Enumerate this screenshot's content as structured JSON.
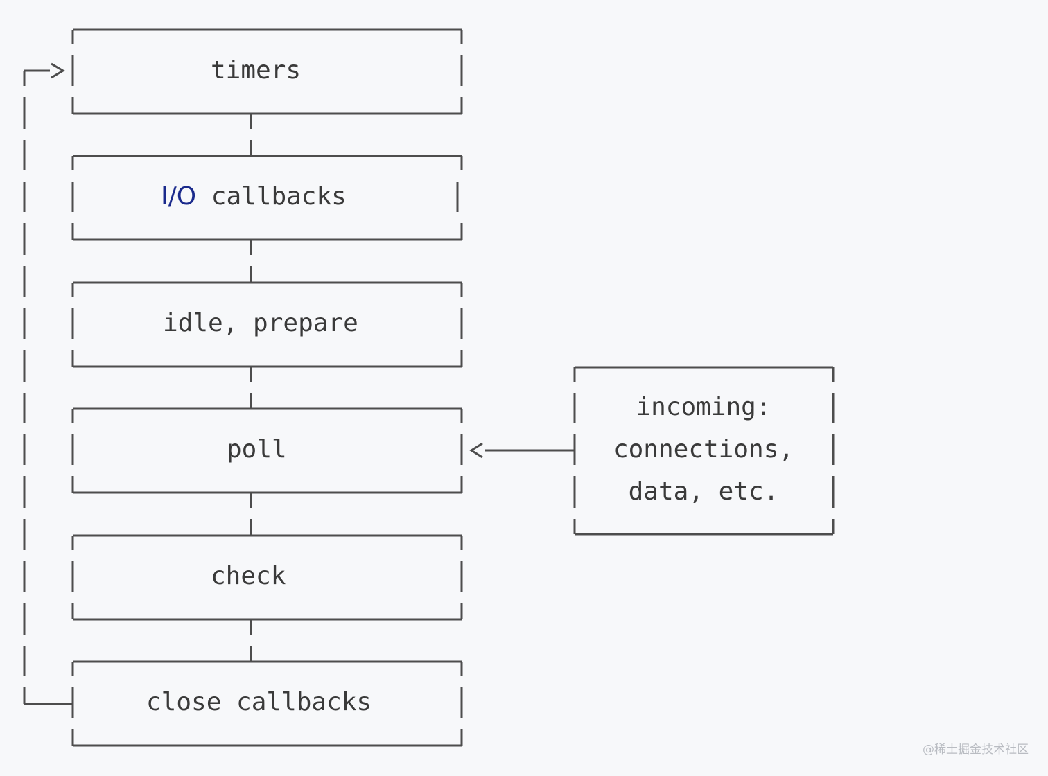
{
  "diagram": {
    "phases": {
      "timers": "timers",
      "io_prefix": "I/O",
      "io_rest": " callbacks",
      "idle_prepare": "idle, prepare",
      "poll": "poll",
      "check": "check",
      "close_callbacks": "close callbacks"
    },
    "incoming": {
      "line1": "incoming:",
      "line2": "connections,",
      "line3": "data, etc."
    },
    "loop_arrow": "─>",
    "input_arrow": "<"
  },
  "watermark": "@稀土掘金技术社区",
  "colors": {
    "background": "#f7f8fa",
    "line": "#4d4d4d",
    "text": "#3a3a3a",
    "io_text": "#1a2a8c"
  }
}
